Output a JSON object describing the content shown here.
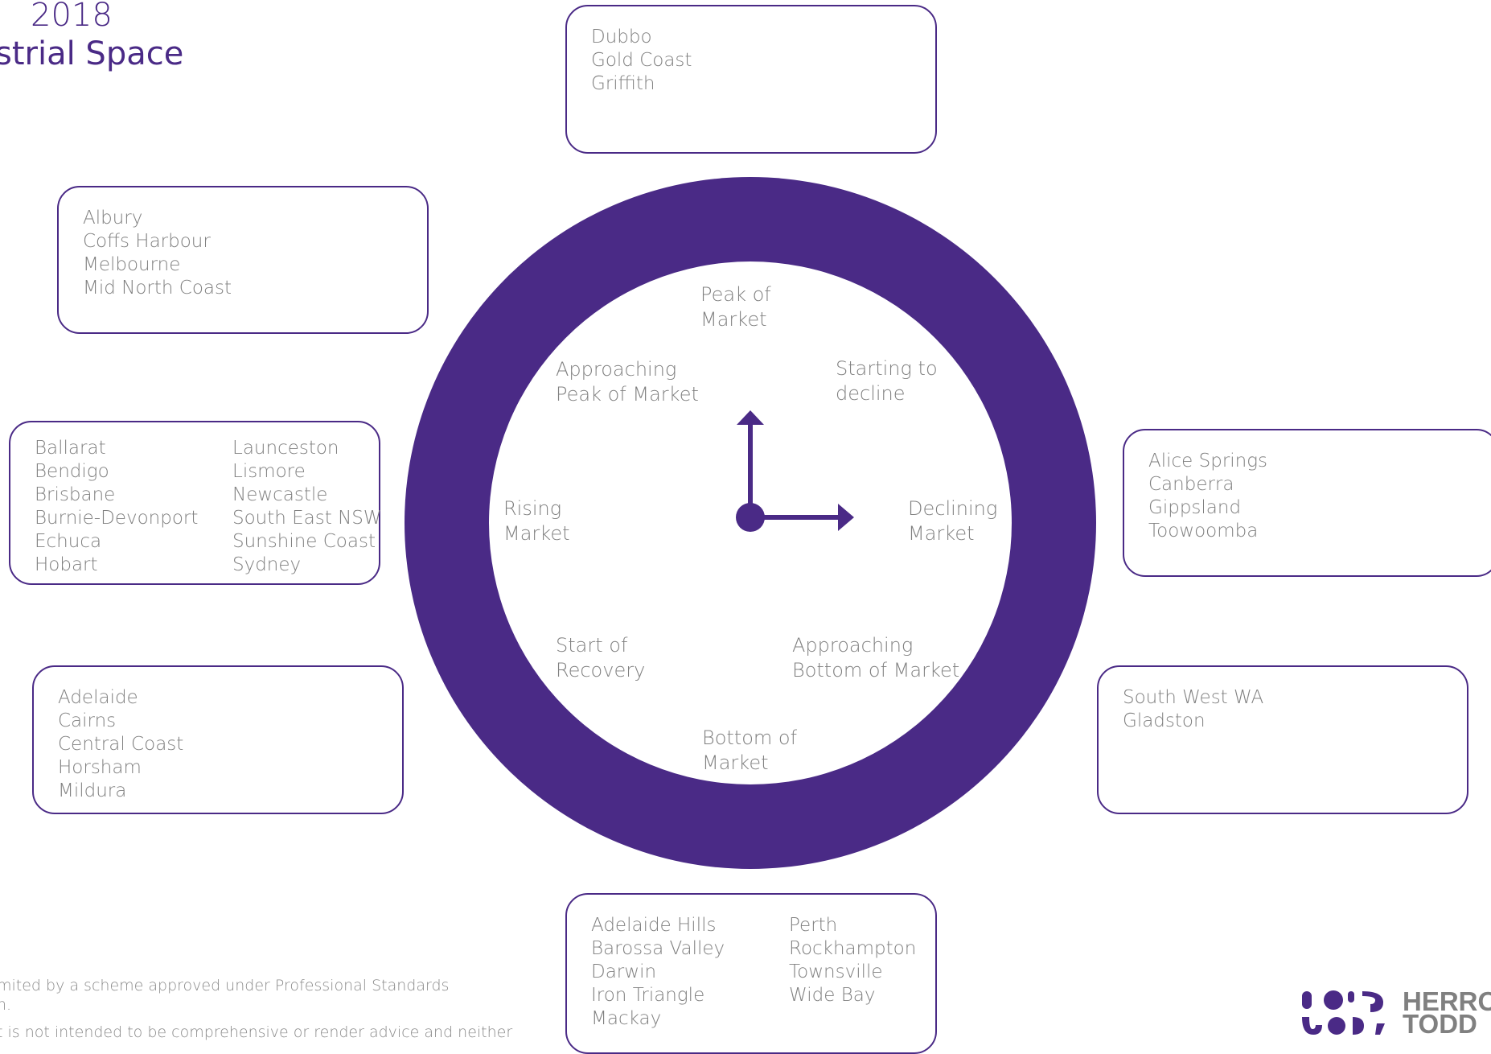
{
  "title": {
    "line1": "2018",
    "line2": "strial Space"
  },
  "clock_labels": {
    "peak": "Peak of\nMarket",
    "approaching_peak": "Approaching\nPeak of Market",
    "starting_decline": "Starting to\ndecline",
    "rising": "Rising\nMarket",
    "declining": "Declining\nMarket",
    "start_recovery": "Start of\nRecovery",
    "approaching_bottom": "Approaching\nBottom of Market",
    "bottom": "Bottom of\nMarket"
  },
  "boxes": {
    "peak": {
      "col1": [
        "Dubbo",
        "Gold Coast",
        "Griffith"
      ]
    },
    "approaching_peak": {
      "col1": [
        "Albury",
        "Coffs Harbour",
        "Melbourne",
        "Mid North Coast"
      ]
    },
    "rising": {
      "col1": [
        "Ballarat",
        "Bendigo",
        "Brisbane",
        "Burnie-Devonport",
        "Echuca",
        "Hobart"
      ],
      "col2": [
        "Launceston",
        "Lismore",
        "Newcastle",
        "South East NSW",
        "Sunshine Coast",
        "Sydney"
      ]
    },
    "start_recovery": {
      "col1": [
        "Adelaide",
        "Cairns",
        "Central Coast",
        "Horsham",
        "Mildura"
      ]
    },
    "bottom": {
      "col1": [
        "Adelaide Hills",
        "Barossa Valley",
        "Darwin",
        "Iron Triangle",
        "Mackay"
      ],
      "col2": [
        "Perth",
        "Rockhampton",
        "Townsville",
        "Wide Bay"
      ]
    },
    "approaching_bottom": {
      "col1": [
        "South West WA",
        "Gladston"
      ]
    },
    "declining": {
      "col1": [
        "Alice Springs",
        "Canberra",
        "Gippsland",
        "Toowoomba"
      ]
    }
  },
  "footer": {
    "line1": "mited by a scheme approved under Professional Standards",
    "line2": "n.",
    "line3": "t is not intended to be comprehensive or render advice and neither"
  },
  "logo": {
    "line1": "HERRO",
    "line2": "TODD"
  },
  "colors": {
    "accent": "#4a2a86",
    "text": "#808080"
  }
}
